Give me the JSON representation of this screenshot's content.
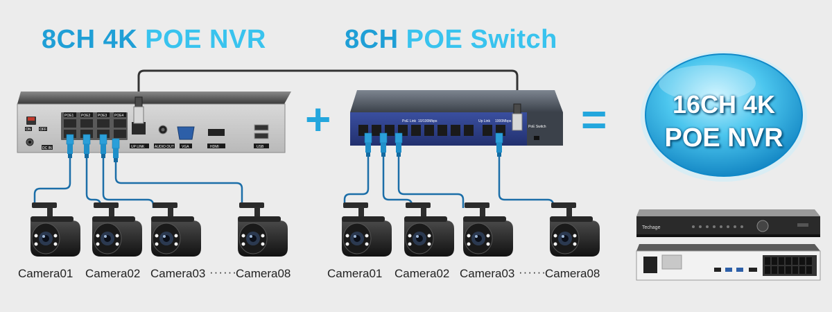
{
  "titles": {
    "nvr_prefix": "8CH 4K ",
    "nvr_highlight": "POE NVR",
    "switch_prefix": "8CH ",
    "switch_highlight": "POE Switch"
  },
  "symbols": {
    "plus": "+",
    "equals": "="
  },
  "result": {
    "line1": "16CH 4K",
    "line2": "POE NVR"
  },
  "nvr_panel": {
    "poe_ports": [
      "POE1",
      "POE2",
      "POE3",
      "POE4"
    ],
    "power_labels": [
      "ON",
      "OFF",
      "DC IN"
    ],
    "uplink_label": "UP LINK",
    "audio_label": "AUDIO OUT",
    "vga_label": "VGA",
    "hdmi_label": "HDMI",
    "usb_label": "USB"
  },
  "switch_panel": {
    "poe_label": "PoE Link",
    "speed_label": "10/100Mbps",
    "uplink_label": "Up Link",
    "uplink_speed": "1000Mbps",
    "brand_label": "PoE Switch"
  },
  "left_cameras": [
    "Camera01",
    "Camera02",
    "Camera03",
    "Camera08"
  ],
  "right_cameras": [
    "Camera01",
    "Camera02",
    "Camera03",
    "Camera08"
  ],
  "ellipsis": "······",
  "product_brand": "Techage",
  "colors": {
    "accent_dark": "#1f9fd6",
    "accent_light": "#39c3ee",
    "cable": "#1b6ea8"
  }
}
